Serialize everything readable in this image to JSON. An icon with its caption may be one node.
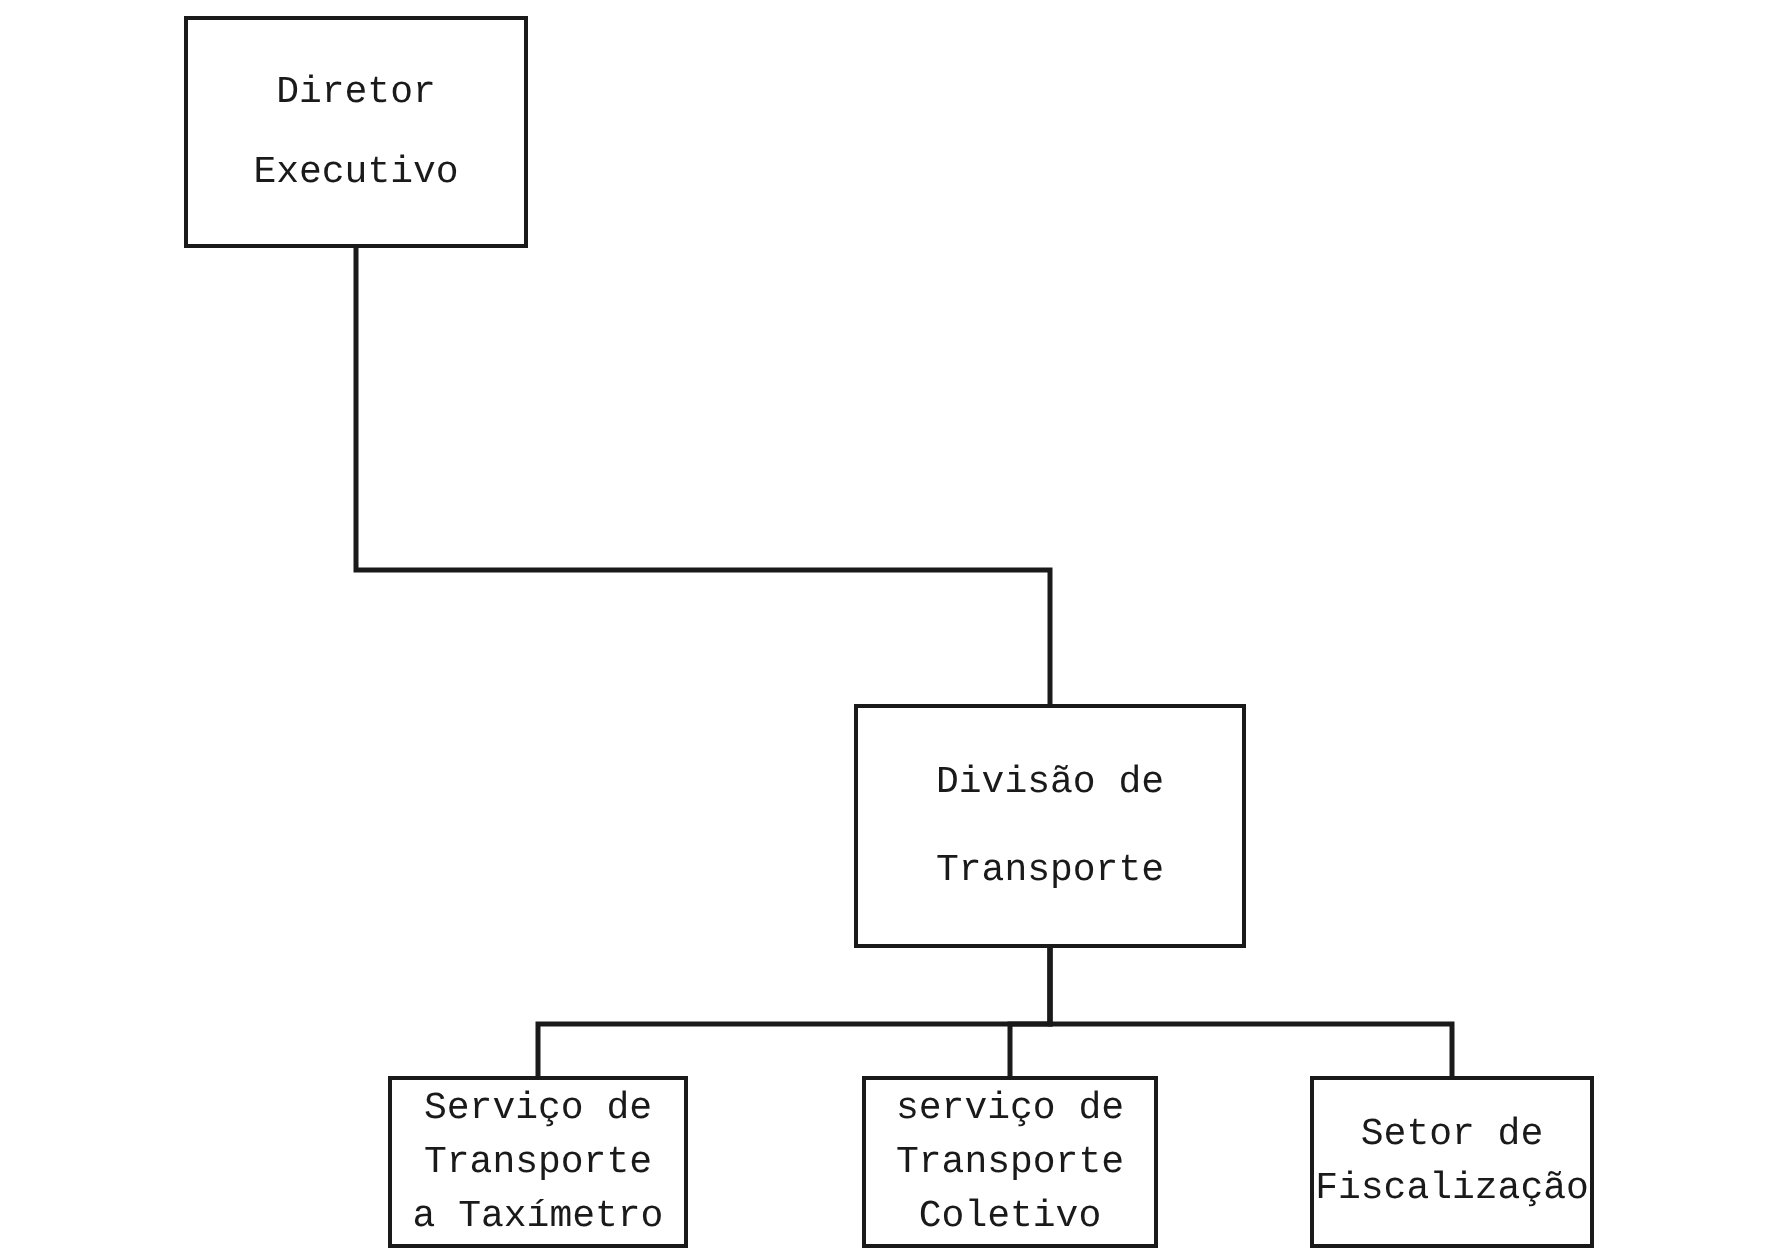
{
  "diagram": {
    "nodes": [
      {
        "text": [
          "Diretor Executivo"
        ]
      },
      {
        "text": [
          "Divisão de Transporte"
        ]
      },
      {
        "text": [
          "Serviço de Transporte a Taxímetro"
        ]
      },
      {
        "text": [
          "serviço de Transporte Coletivo"
        ]
      },
      {
        "text": [
          "Setor de Fiscalização"
        ]
      }
    ],
    "edges": [
      {
        "from": 0,
        "to": 1,
        "arrow": "none"
      },
      {
        "from": 1,
        "to": 2,
        "arrow": "none"
      },
      {
        "from": 1,
        "to": 3,
        "arrow": "none"
      },
      {
        "from": 1,
        "to": 4,
        "arrow": "none"
      }
    ]
  }
}
